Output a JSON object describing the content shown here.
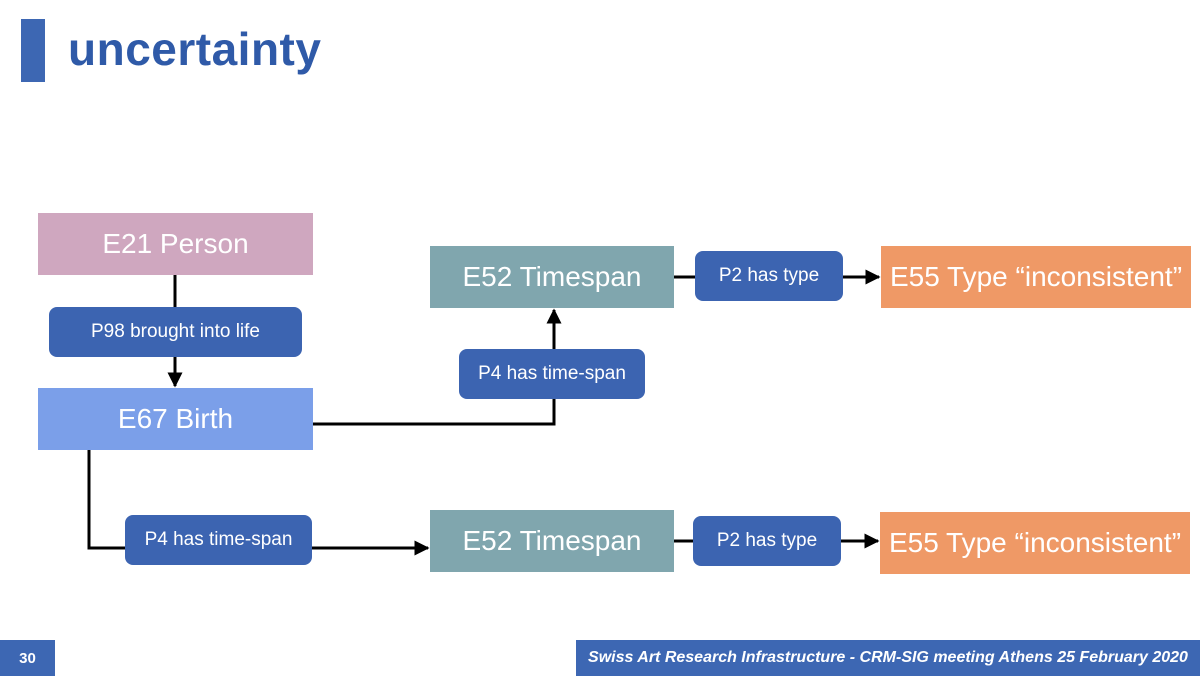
{
  "title": "uncertainty",
  "nodes": {
    "e21_person": "E21 Person",
    "e67_birth": "E67 Birth",
    "e52_timespan_top": "E52 Timespan",
    "e52_timespan_bottom": "E52 Timespan",
    "e55_type_top": "E55 Type “inconsistent”",
    "e55_type_bottom": "E55 Type “inconsistent”"
  },
  "properties": {
    "p98": "P98 brought into life",
    "p4_top": "P4 has time-span",
    "p4_bottom": "P4 has time-span",
    "p2_top": "P2 has type",
    "p2_bottom": "P2 has type"
  },
  "footer": {
    "page_number": "30",
    "text": "Swiss Art Research Infrastructure - CRM-SIG meeting Athens 25 February 2020"
  },
  "colors": {
    "accent": "#3d67b3",
    "person": "#cfa7bf",
    "birth": "#7b9fe9",
    "timespan": "#80a6ae",
    "type": "#ef9966",
    "property": "#3c64b1"
  }
}
